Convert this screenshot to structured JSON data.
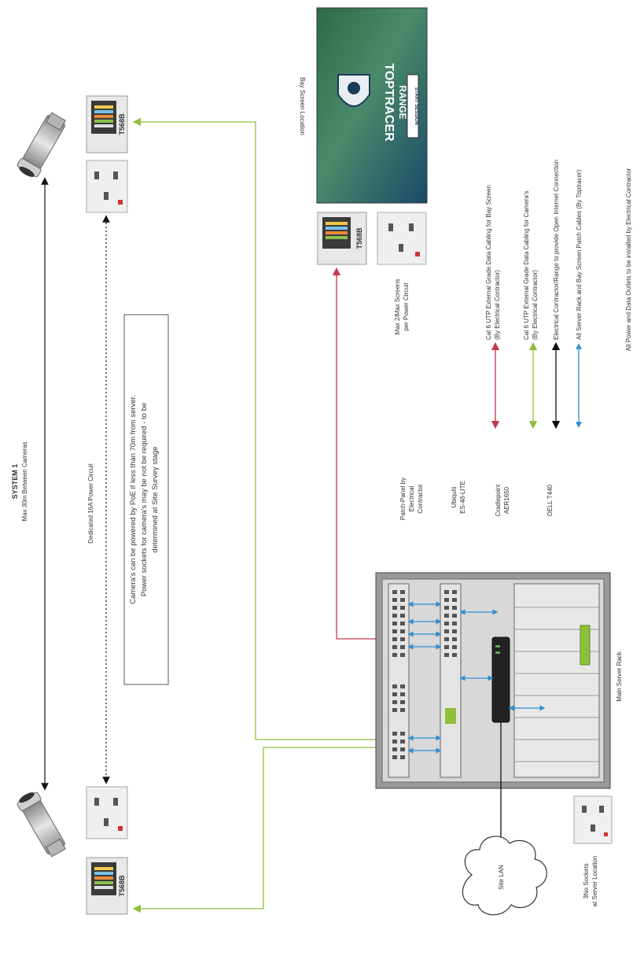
{
  "system": {
    "title": "SYSTEM 1",
    "subtitle": "Max 30m Between Cameras"
  },
  "power_circuit_label": "Dedicated 16A Power Circuit",
  "poe_note": {
    "line1": "Camera's can be powered by PoE if less than 70m from server.",
    "line2": "Power sockets for camera's may be not be required - to be",
    "line3": "determined at Site Survey stage"
  },
  "jack_label": "T568B",
  "bay_screen": {
    "location_label": "Bay Screen Location",
    "brand_line1": "TOPTRACER",
    "brand_line2": "RANGE",
    "button": "START SESSION",
    "max_screens_line1": "Max 2/Max Screens",
    "max_screens_line2": "per Power Circuit"
  },
  "rack_labels": {
    "patch_panel": [
      "Patch-Panel by",
      "Electrical",
      "Contractor"
    ],
    "switch": [
      "Ubiquiti",
      "ES-48-LITE"
    ],
    "cradlepoint": [
      "Cradlepoint",
      "AER1650"
    ],
    "server": [
      "DELL T440"
    ],
    "rack_title": "Main Server Rack"
  },
  "site_lan": "Site LAN",
  "server_sockets": [
    "3No Sockets",
    "at Server Location"
  ],
  "legend": [
    {
      "color": "#c03a4a",
      "lines": [
        "Cat 6 UTP External Grade Data Cabling for Bay Screen",
        "(By Electrical Contractor)"
      ]
    },
    {
      "color": "#8fc03a",
      "lines": [
        "Cat 6 UTP External Grade Data Cabling for Camera's",
        "(By Electrical Contractor)"
      ]
    },
    {
      "color": "#111111",
      "lines": [
        "Electrical Contractor/Range to provide Open Internet Connection"
      ]
    },
    {
      "color": "#2f8fd0",
      "lines": [
        "All Server Rack and Bay Screen Patch Cables (By Toptracer)"
      ]
    }
  ],
  "footer_note": "All Power and Data Outlets to be installed by Electrical Contractor"
}
